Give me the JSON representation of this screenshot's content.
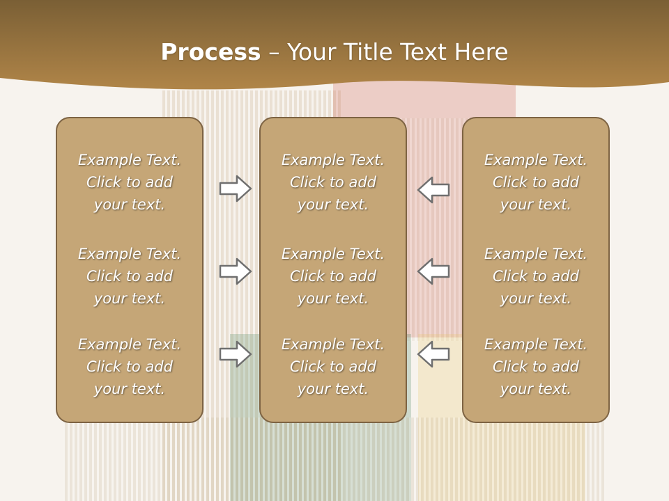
{
  "slide": {
    "title_bold": "Process",
    "title_rest": " – Your Title Text Here",
    "boxes": [
      {
        "items": [
          "Example Text.\nClick  to add\nyour text.",
          "Example Text.\nClick  to add\nyour text.",
          "Example Text.\nClick  to add\nyour text."
        ]
      },
      {
        "items": [
          "Example Text.\nClick  to add\nyour text.",
          "Example Text.\nClick  to add\nyour text.",
          "Example Text.\nClick  to add\nyour text."
        ]
      },
      {
        "items": [
          "Example Text.\nClick  to add\nyour text.",
          "Example Text.\nClick  to add\nyour text.",
          "Example Text.\nClick  to add\nyour text."
        ]
      }
    ],
    "arrows_left": [
      "right-arrow-icon",
      "right-arrow-icon",
      "right-arrow-icon"
    ],
    "arrows_right": [
      "left-arrow-icon",
      "left-arrow-icon",
      "left-arrow-icon"
    ]
  },
  "colors": {
    "header": "#a57f45",
    "box_fill": "#c5a677",
    "box_border": "#7d6343",
    "background": "#f7f3ee"
  }
}
